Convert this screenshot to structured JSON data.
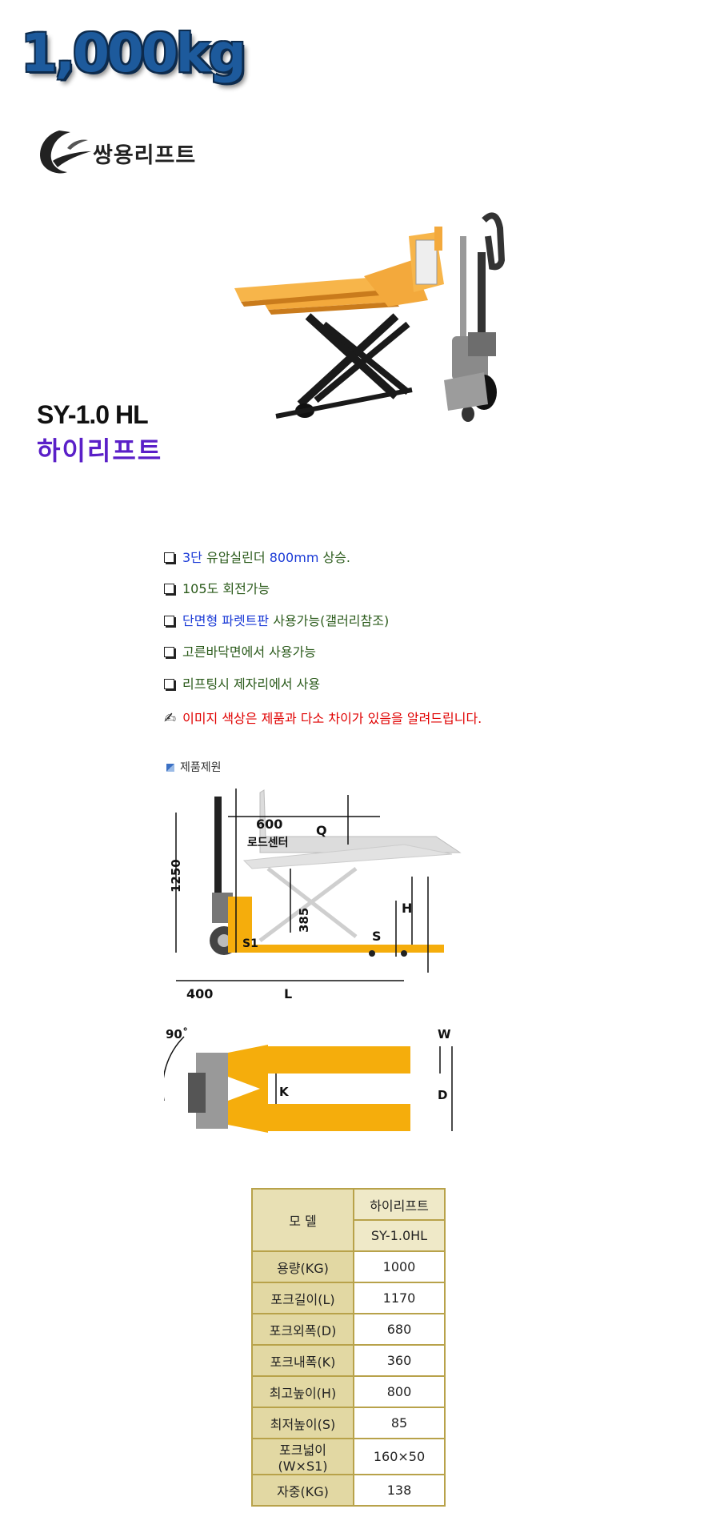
{
  "header": {
    "capacity": "1,000kg"
  },
  "brand": {
    "name": "쌍용리프트"
  },
  "product": {
    "model_code": "SY-1.0 HL",
    "model_name": "하이리프트"
  },
  "features": [
    {
      "highlight": "3단",
      "text_a": " 유압실린더 ",
      "highlight2": "800mm",
      "text_b": " 상승."
    },
    {
      "text": "105도 회전가능"
    },
    {
      "highlight": "단면형 파렛트판",
      "text_b": " 사용가능(갤러리참조)"
    },
    {
      "text": "고른바닥면에서 사용가능"
    },
    {
      "text": "리프팅시 제자리에서 사용"
    }
  ],
  "note": {
    "text": "이미지 색상은 제품과 다소 차이가 있음을 알려드립니다."
  },
  "spec_heading": "제품제원",
  "diagram": {
    "load_center": "600",
    "load_center_label": "로드센터",
    "q": "Q",
    "h": "H",
    "s": "S",
    "s1": "S1",
    "height_1250": "1250",
    "height_385": "385",
    "len_400": "400",
    "len_l": "L",
    "angle": "90˚",
    "w": "W",
    "d": "D",
    "k": "K"
  },
  "table": {
    "model_label": "모  델",
    "model_name": "하이리프트",
    "model_code": "SY-1.0HL",
    "rows": [
      {
        "label": "용량(KG)",
        "value": "1000"
      },
      {
        "label": "포크길이(L)",
        "value": "1170"
      },
      {
        "label": "포크외폭(D)",
        "value": "680"
      },
      {
        "label": "포크내폭(K)",
        "value": "360"
      },
      {
        "label": "최고높이(H)",
        "value": "800"
      },
      {
        "label": "최저높이(S)",
        "value": "85"
      },
      {
        "label": "포크넓이(W×S1)",
        "value": "160×50"
      },
      {
        "label": "자중(KG)",
        "value": "138"
      }
    ]
  }
}
